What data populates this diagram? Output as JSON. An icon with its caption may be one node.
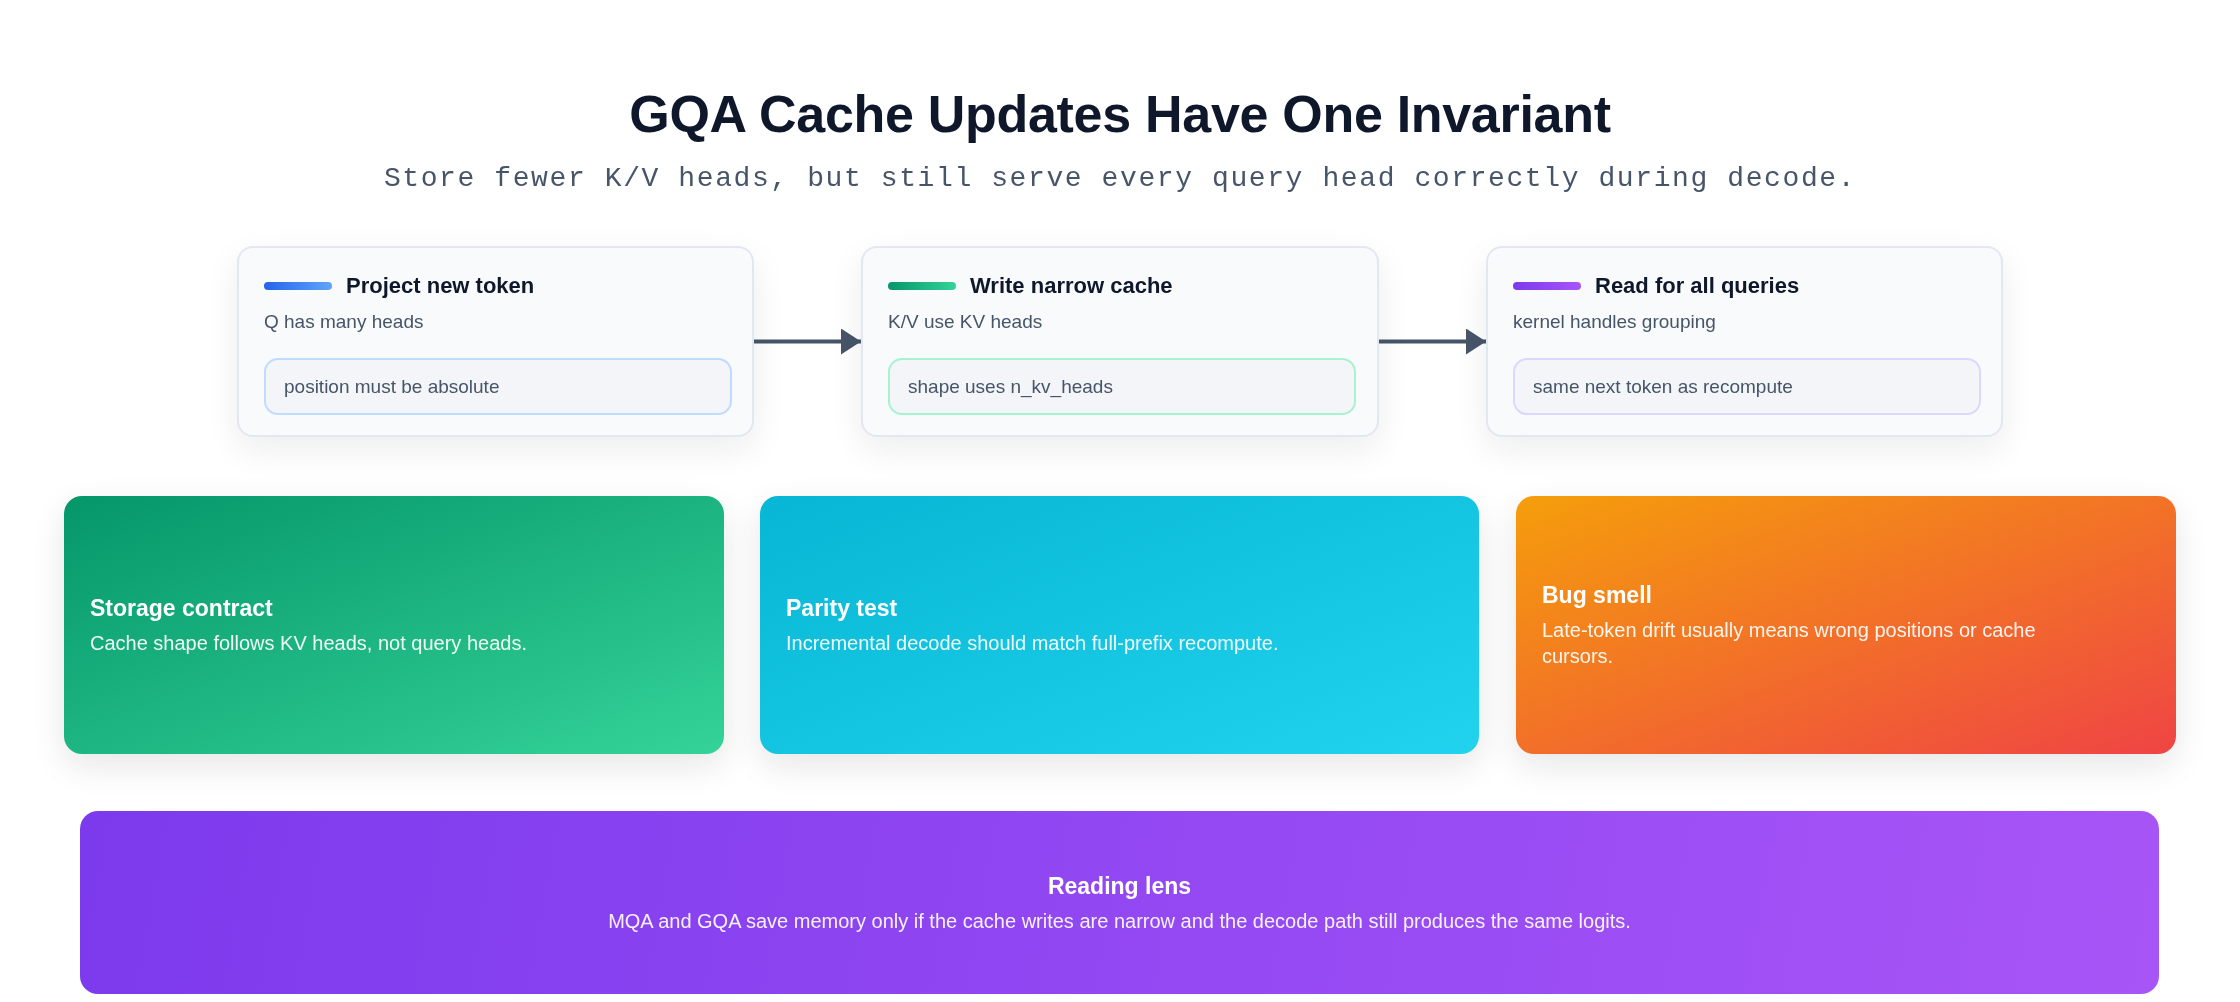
{
  "diagram": {
    "title": "GQA Cache Updates Have One Invariant",
    "nodes": [
      {
        "text": [
          "Project new token",
          "Q has many heads"
        ]
      },
      {
        "text": [
          "position must be absolute"
        ],
        "in": 0
      },
      {
        "text": [
          "Write narrow cache",
          "K/V use KV heads"
        ]
      },
      {
        "text": [
          "shape uses n_kv_heads"
        ],
        "in": 2
      },
      {
        "text": [
          "Read for all queries",
          "kernel handles grouping"
        ]
      },
      {
        "text": [
          "same next token as recompute"
        ],
        "in": 4
      },
      {
        "text": [
          "Storage contract",
          "Cache shape follows KV heads, not query heads."
        ]
      },
      {
        "text": [
          "Parity test",
          "Incremental decode should match full-prefix recompute."
        ]
      },
      {
        "text": [
          "Bug smell",
          "Late-token drift usually means wrong positions or cache cursors."
        ]
      },
      {
        "text": [
          "Reading lens",
          "MQA and GQA save memory only if the cache writes are narrow and the decode path still produces the same logits."
        ]
      }
    ],
    "edges": [
      {
        "from": 0,
        "to": 2,
        "arrow": "to"
      },
      {
        "from": 2,
        "to": 4,
        "arrow": "to"
      }
    ],
    "labels": [
      "Store fewer K/V heads, but still serve every query head correctly during decode."
    ]
  }
}
